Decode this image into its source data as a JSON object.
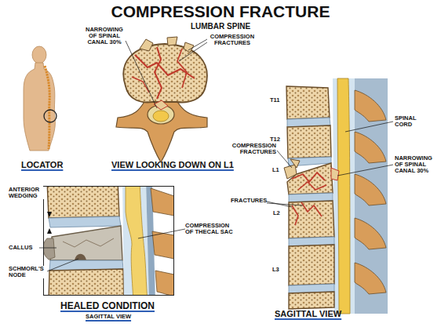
{
  "diagram": {
    "title": "COMPRESSION FRACTURE",
    "nodes": [
      {
        "text": [
          "ANTERIOR WEDGING",
          "CALLUS",
          "SCHMORL'S NODE",
          "HEALED CONDITION",
          "SAGITTAL VIEW"
        ]
      }
    ],
    "labels": [
      "LUMBAR SPINE",
      "NARROWING OF SPINAL CANAL 30%",
      "COMPRESSION FRACTURES",
      "LOCATOR",
      "VIEW LOOKING DOWN ON L1",
      "T11",
      "SPINAL CORD",
      "T12",
      "COMPRESSION FRACTURES",
      "NARROWING OF SPINAL CANAL 30%",
      "L1",
      "L2",
      "FRACTURES",
      "COMPRESSION OF THECAL SAC",
      "L3",
      "SAGITTAL VIEW"
    ]
  }
}
